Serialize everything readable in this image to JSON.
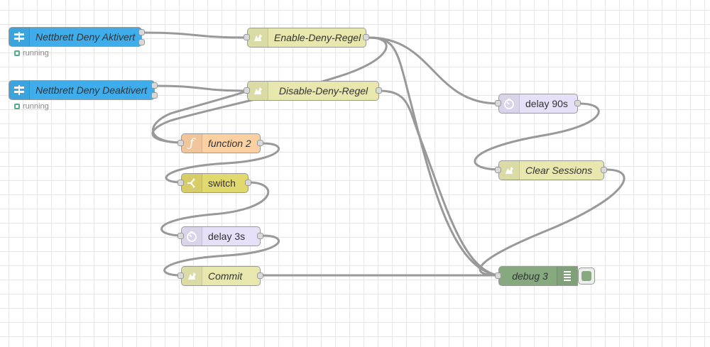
{
  "colors": {
    "ui_node": "#3fadeb",
    "api_node": "#e7e7ae",
    "function_node": "#fdd0a2",
    "switch_node": "#e2d96e",
    "delay_node": "#e6e0f8",
    "debug_node": "#87a980",
    "wire": "#999999",
    "status_running": "#5a8"
  },
  "nodes": {
    "nettbrett_aktivert": {
      "label": "Nettbrett Deny Aktivert",
      "icon": "ui-switch-icon",
      "status": "running"
    },
    "nettbrett_deaktivert": {
      "label": "Nettbrett Deny Deaktivert",
      "icon": "ui-switch-icon",
      "status": "running"
    },
    "enable_deny": {
      "label": "Enable-Deny-Regel",
      "icon": "fortigate-icon"
    },
    "disable_deny": {
      "label": "Disable-Deny-Regel",
      "icon": "fortigate-icon"
    },
    "function2": {
      "label": "function 2",
      "icon": "function-icon"
    },
    "switch": {
      "label": "switch",
      "icon": "switch-icon"
    },
    "delay3s": {
      "label": "delay 3s",
      "icon": "timer-icon"
    },
    "commit": {
      "label": "Commit",
      "icon": "fortigate-icon"
    },
    "delay90s": {
      "label": "delay 90s",
      "icon": "timer-icon"
    },
    "clear_sessions": {
      "label": "Clear Sessions",
      "icon": "fortigate-icon"
    },
    "debug3": {
      "label": "debug 3",
      "icon": "debug-list-icon"
    }
  }
}
